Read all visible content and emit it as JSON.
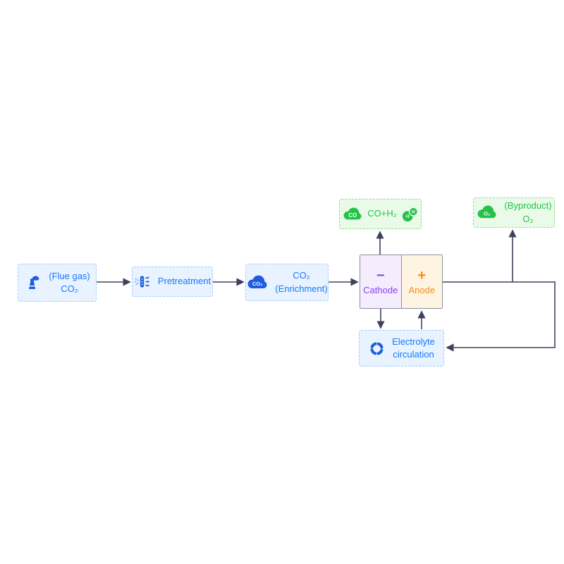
{
  "diagram": {
    "nodes": {
      "flue_gas": {
        "line1": "(Flue gas)",
        "line2": "CO₂"
      },
      "pretreatment": {
        "label": "Pretreatment"
      },
      "enrichment": {
        "line1": "CO₂",
        "line2": "(Enrichment)"
      },
      "cell": {
        "cathode_sign": "−",
        "cathode_label": "Cathode",
        "anode_sign": "+",
        "anode_label": "Anode"
      },
      "co_h2": {
        "label": "CO+H₂"
      },
      "o2": {
        "line1": "(Byproduct)",
        "line2": "O₂"
      },
      "electrolyte": {
        "line1": "Electrolyte",
        "line2": "circulation"
      }
    },
    "icons": {
      "co2_cloud": "CO₂",
      "co_cloud": "CO",
      "o2_cloud": "O₂",
      "h2_left": "H",
      "h2_right": "H"
    },
    "connections": [
      {
        "from": "flue_gas",
        "to": "pretreatment"
      },
      {
        "from": "pretreatment",
        "to": "enrichment"
      },
      {
        "from": "enrichment",
        "to": "cell"
      },
      {
        "from": "cathode",
        "to": "co_h2"
      },
      {
        "from": "anode",
        "to": "o2"
      },
      {
        "from": "cathode",
        "to": "electrolyte"
      },
      {
        "from": "electrolyte",
        "to": "anode"
      },
      {
        "from": "anode_loop",
        "to": "electrolyte"
      }
    ],
    "palette": {
      "blue_text": "#1677ff",
      "blue_icon": "#1e5ce0",
      "blue_fill": "#e8f3ff",
      "blue_border": "#a5c9ff",
      "green_text": "#25c24a",
      "green_fill": "#eafae9",
      "green_border": "#90e089",
      "purple_text": "#8a45f0",
      "purple_fill": "#f5ecfd",
      "orange_text": "#fa8c16",
      "orange_fill": "#fdf4e2",
      "cell_border": "#8b8fa3",
      "connector": "#3d435c"
    }
  }
}
